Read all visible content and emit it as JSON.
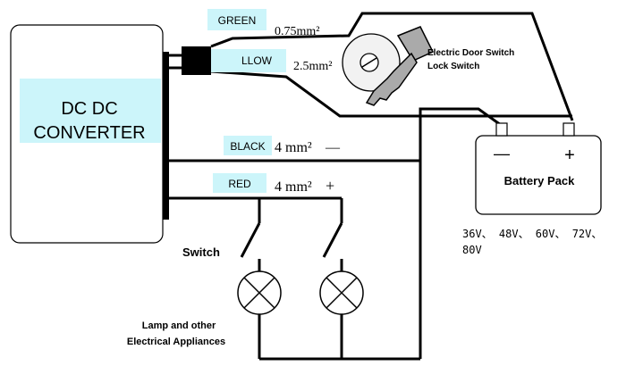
{
  "converter": {
    "line1": "DC DC",
    "line2": "CONVERTER"
  },
  "wires": {
    "green": {
      "label": "GREEN",
      "spec": "0.75mm²"
    },
    "yellow": {
      "label": "LLOW",
      "spec": "2.5mm²"
    },
    "black": {
      "label": "BLACK",
      "spec": "4 mm²",
      "sign": "—"
    },
    "red": {
      "label": "RED",
      "spec": "4 mm²",
      "sign": "+"
    }
  },
  "lock": {
    "line1": "Electric Door Switch",
    "line2": "Lock Switch"
  },
  "battery": {
    "label": "Battery Pack",
    "minus": "—",
    "plus": "+",
    "voltage_line1": "36V、 48V、 60V、 72V、",
    "voltage_line2": "80V"
  },
  "switch_label": "Switch",
  "appliance": {
    "line1": "Lamp and other",
    "line2": "Electrical Appliances"
  },
  "colors": {
    "label_bg": "#ccf5fa",
    "wire": "#000000",
    "box_stroke": "#000000",
    "key_fill": "#aaaaaa",
    "disk_fill": "#f2f2f2"
  }
}
